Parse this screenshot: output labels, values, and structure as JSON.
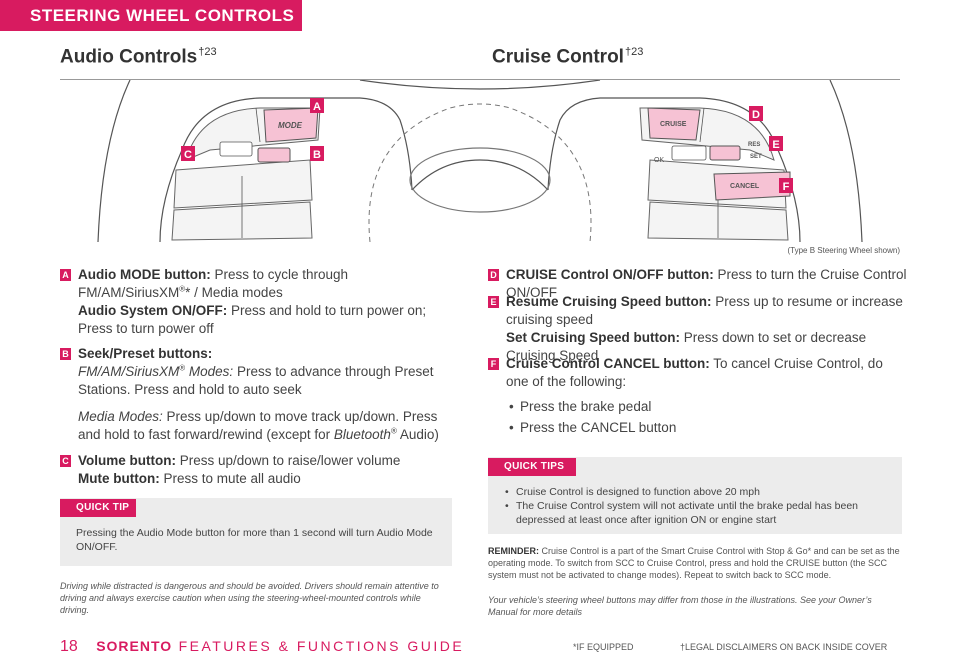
{
  "header": {
    "tab_title": "STEERING WHEEL CONTROLS"
  },
  "audio": {
    "title": "Audio Controls",
    "title_sup": "†23",
    "items": [
      {
        "letter": "A",
        "label1": "Audio MODE button:",
        "text1": " Press to cycle through FM/AM/SiriusXM",
        "text1_sup": "®",
        "text1b": "* / Media modes",
        "label2": "Audio System ON/OFF:",
        "text2": " Press and hold to turn power on; Press to turn power off"
      },
      {
        "letter": "B",
        "label1": "Seek/Preset buttons:",
        "mode1": "FM/AM/SiriusXM",
        "mode1_sup": "®",
        "mode1_tail": " Modes:",
        "text1": " Press to advance through Preset Stations. Press and hold to auto seek",
        "mode2": "Media Modes:",
        "text2": " Press up/down to move track up/down. Press and hold to fast forward/rewind (except for ",
        "bt": "Bluetooth",
        "bt_sup": "®",
        "text2b": " Audio)"
      },
      {
        "letter": "C",
        "label1": "Volume button:",
        "text1": " Press up/down to raise/lower volume",
        "label2": "Mute button:",
        "text2": " Press to mute all audio"
      }
    ],
    "tip_label": "QUICK TIP",
    "tip_text": "Pressing the Audio Mode button for more than 1 second will turn Audio Mode ON/OFF.",
    "disclaimer": "Driving while distracted is dangerous and should be avoided. Drivers should remain attentive to driving and always exercise caution when using the steering-wheel-mounted controls while driving."
  },
  "cruise": {
    "title": "Cruise Control",
    "title_sup": "†23",
    "items": [
      {
        "letter": "D",
        "label1": "CRUISE Control ON/OFF button:",
        "text1": " Press to turn the Cruise Control ON/OFF"
      },
      {
        "letter": "E",
        "label1": "Resume Cruising Speed button:",
        "text1": " Press up to resume or increase cruising speed",
        "label2": "Set Cruising Speed button:",
        "text2": " Press down to set or decrease Cruising Speed"
      },
      {
        "letter": "F",
        "label1": "Cruise Control CANCEL button:",
        "text1": " To cancel Cruise Control, do one of the following:",
        "bullets": [
          "Press the brake pedal",
          "Press the CANCEL button"
        ]
      }
    ],
    "tips_label": "QUICK TIPS",
    "tips": [
      "Cruise Control is designed to function above 20 mph",
      "The Cruise Control system will not activate until the brake pedal has been depressed at least once after ignition ON or engine start"
    ],
    "reminder_label": "REMINDER:",
    "reminder_text": " Cruise Control is a part of the Smart Cruise Control with Stop & Go* and can be set as the operating mode. To switch from SCC to Cruise Control, press and hold the CRUISE button (the SCC system must not be activated to change modes). Repeat to switch back to SCC mode.",
    "note": "Your vehicle’s steering wheel buttons may differ from those in the illustrations. See your Owner’s Manual for more details"
  },
  "illustration": {
    "caption": "(Type B Steering Wheel shown)",
    "mode_label": "MODE",
    "cruise_label": "CRUISE",
    "cancel_label": "CANCEL",
    "ok_label": "OK",
    "res_label": "RES",
    "set_label": "SET",
    "callouts": [
      "A",
      "B",
      "C",
      "D",
      "E",
      "F"
    ]
  },
  "footer": {
    "page_number": "18",
    "brand": "SORENTO",
    "guide": "FEATURES & FUNCTIONS GUIDE",
    "if_equipped": "*IF EQUIPPED",
    "legal": "†LEGAL DISCLAIMERS ON BACK INSIDE COVER"
  },
  "colors": {
    "accent": "#d81b60",
    "tip_bg": "#ececec"
  }
}
